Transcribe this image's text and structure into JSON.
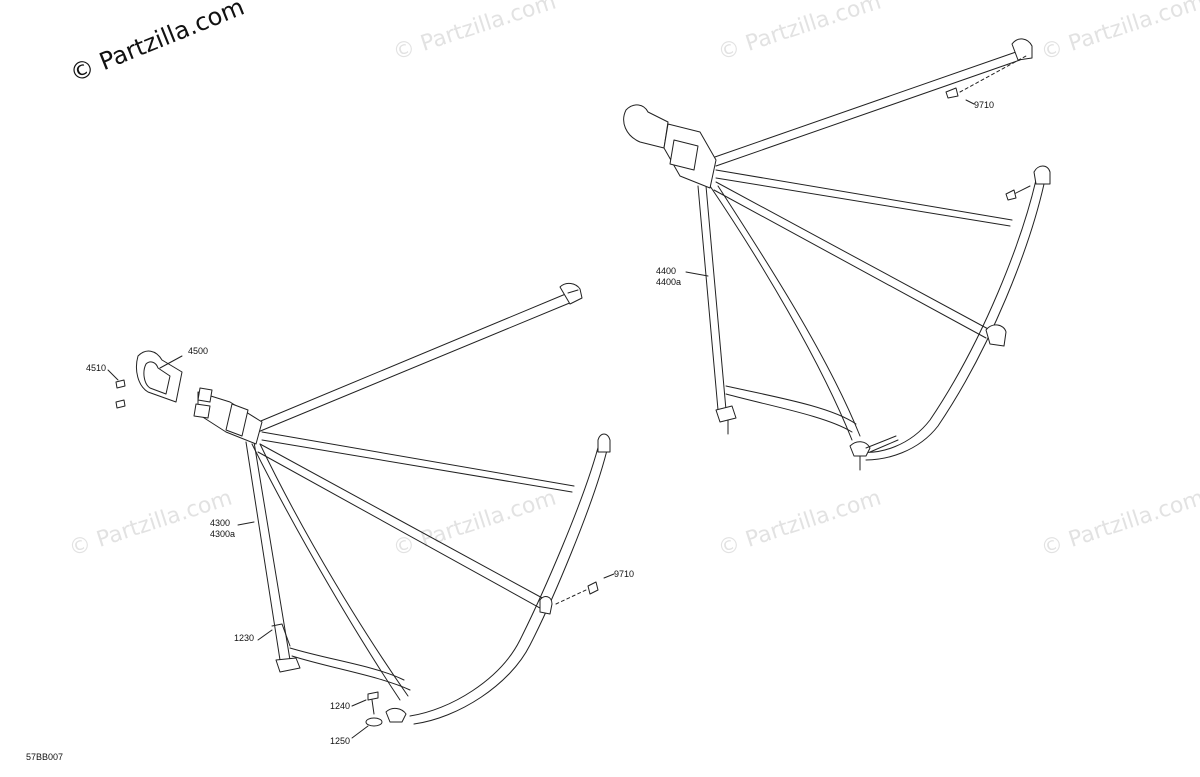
{
  "watermark": {
    "main": "© Partzilla.com",
    "repeat": "© Partzilla.com"
  },
  "diagram_ref": "57BB007",
  "callouts": {
    "c4510": "4510",
    "c4500": "4500",
    "c4300": "4300",
    "c4300a": "4300a",
    "c9710_left": "9710",
    "c1230": "1230",
    "c1240": "1240",
    "c1250": "1250",
    "c4400": "4400",
    "c4400a": "4400a",
    "c9710_right": "9710"
  }
}
